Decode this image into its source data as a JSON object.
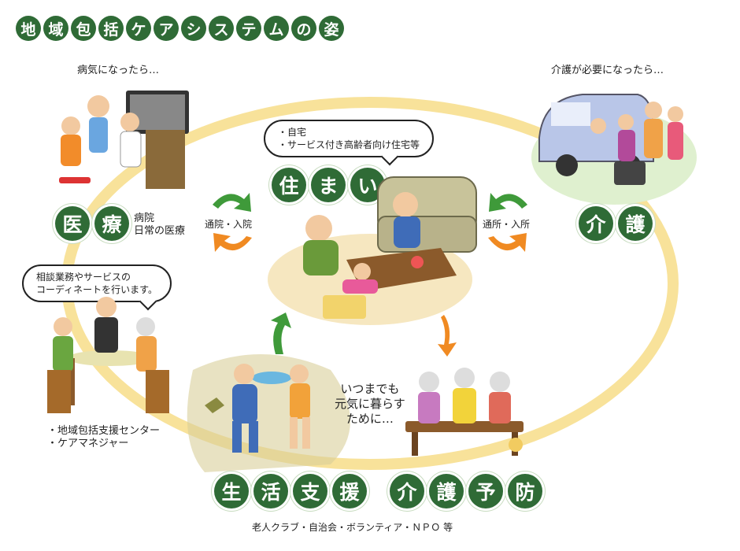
{
  "title": {
    "chars": [
      "地",
      "域",
      "包",
      "括",
      "ケ",
      "ア",
      "シ",
      "ス",
      "テ",
      "ム",
      "の",
      "姿"
    ]
  },
  "home": {
    "label_chars": [
      "住",
      "ま",
      "い"
    ],
    "bubble_lines": [
      "・自宅",
      "・サービス付き高齢者向け住宅等"
    ]
  },
  "medical": {
    "caption": "病気になったら…",
    "label_chars": [
      "医",
      "療"
    ],
    "desc_lines": [
      "病院",
      "日常の医療"
    ],
    "flow_label": "通院・入院"
  },
  "care": {
    "caption": "介護が必要になったら…",
    "label_chars": [
      "介",
      "護"
    ],
    "flow_label": "通所・入所"
  },
  "center": {
    "bubble_lines": [
      "相談業務やサービスの",
      "コーディネートを行います。"
    ],
    "list": [
      "・地域包括支援センター",
      "・ケアマネジャー"
    ]
  },
  "life_support": {
    "label_chars": [
      "生",
      "活",
      "支",
      "援"
    ]
  },
  "prevention": {
    "label_chars": [
      "介",
      "護",
      "予",
      "防"
    ]
  },
  "message_lines": [
    "いつまでも",
    "元気に暮らす",
    "ために…"
  ],
  "footer": "老人クラブ・自治会・ボランティア・ＮＰＯ 等",
  "colors": {
    "chip_green": "#2f6b36",
    "ring": "#f8e29a",
    "arrow_green": "#3f9a3a",
    "arrow_orange": "#f08a22"
  },
  "icons": [
    "arrow-green-icon",
    "arrow-orange-icon"
  ]
}
